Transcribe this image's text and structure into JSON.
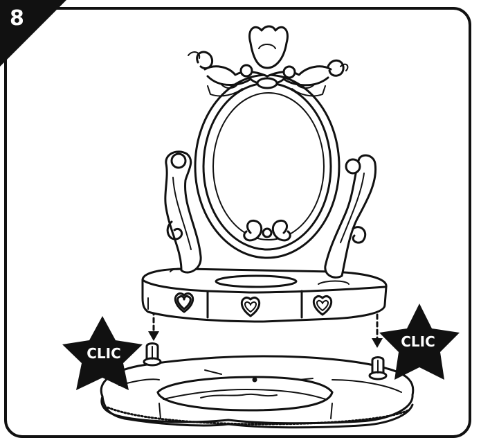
{
  "step": {
    "number": "8"
  },
  "callouts": {
    "left_label": "CLIC",
    "right_label": "CLIC"
  },
  "colors": {
    "ink": "#111111",
    "paper": "#ffffff"
  },
  "icons": [
    "star-icon",
    "arrow-down-icon",
    "heart-icon"
  ]
}
